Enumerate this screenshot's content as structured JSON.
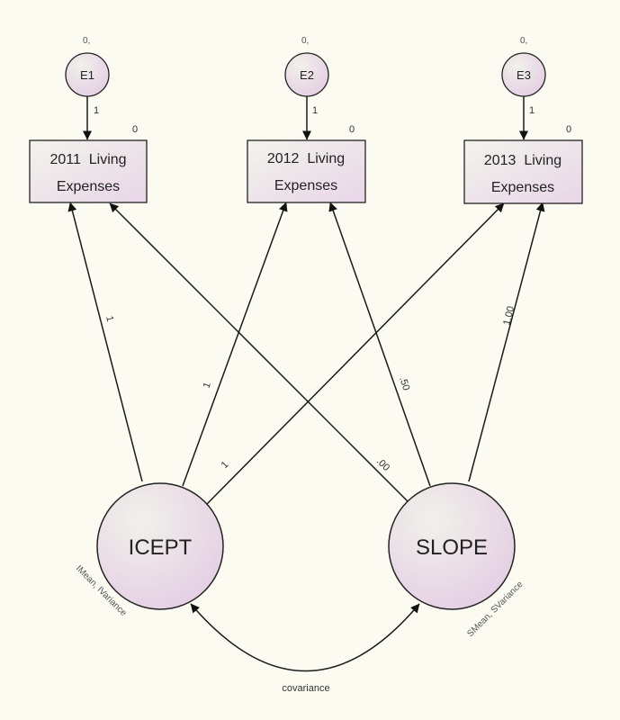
{
  "errors": [
    {
      "name": "E1",
      "mean_var": "0,",
      "loading": "1"
    },
    {
      "name": "E2",
      "mean_var": "0,",
      "loading": "1"
    },
    {
      "name": "E3",
      "mean_var": "0,",
      "loading": "1"
    }
  ],
  "observed": [
    {
      "line1": "2011  Living",
      "line2": "Expenses",
      "intercept": "0"
    },
    {
      "line1": "2012  Living",
      "line2": "Expenses",
      "intercept": "0"
    },
    {
      "line1": "2013  Living",
      "line2": "Expenses",
      "intercept": "0"
    }
  ],
  "latents": [
    {
      "name": "ICEPT",
      "params": "IMean, IVariance"
    },
    {
      "name": "SLOPE",
      "params": "SMean, SVariance"
    }
  ],
  "loadings": {
    "icept": [
      "1",
      "1",
      "1"
    ],
    "slope": [
      ".00",
      ".50",
      "1.00"
    ]
  },
  "covariance_label": "covariance",
  "colors": {
    "background": "#fbfbf1",
    "node_fill_start": "#f2f2ea",
    "node_fill_end": "#e6d2e6",
    "stroke": "#222222"
  }
}
